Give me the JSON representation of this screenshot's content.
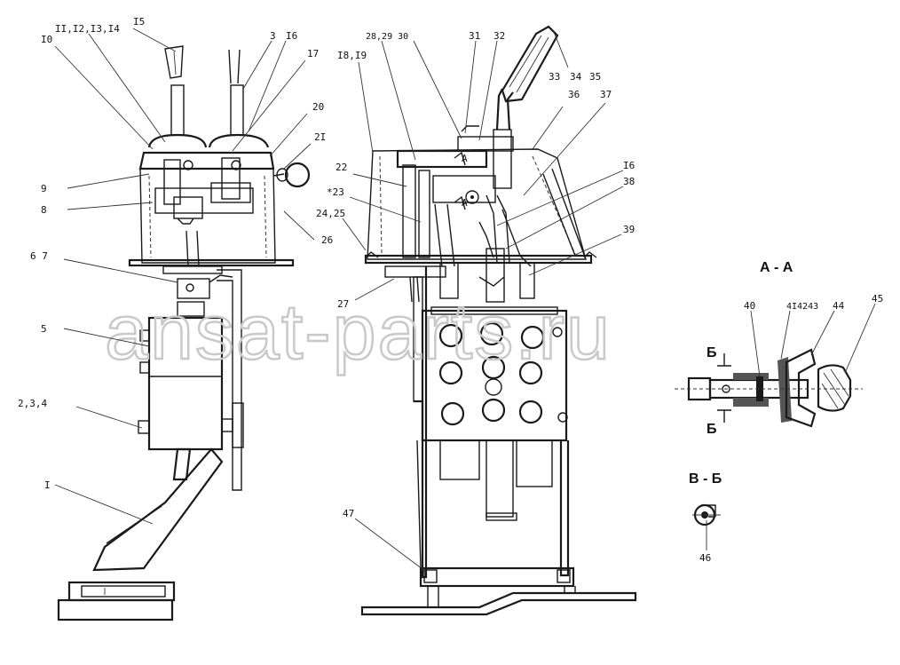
{
  "watermark": "ansat-parts.ru",
  "sections": {
    "aa": "А - А",
    "bb": "В - Б",
    "b_top": "Б",
    "b_bottom": "Б",
    "a_upper": "A",
    "a_lower": "A"
  },
  "callouts": {
    "c10": "I0",
    "c11_14": "II,I2,I3,I4",
    "c15": "I5",
    "c3": "3",
    "c16a": "I6",
    "c17": "17",
    "c20": "20",
    "c21": "2I",
    "c9": "9",
    "c8": "8",
    "c26": "26",
    "c67": "6 7",
    "c5": "5",
    "c234": "2,3,4",
    "c1": "I",
    "c28_30": "28,29 30",
    "c31": "31",
    "c32": "32",
    "c18_19": "I8,I9",
    "c33": "33",
    "c34": "34",
    "c35": "35",
    "c36": "36",
    "c37": "37",
    "c22": "22",
    "c23": "*23",
    "c24_25": "24,25",
    "c16b": "I6",
    "c38": "38",
    "c39": "39",
    "c27": "27",
    "c47": "47",
    "c40": "40",
    "c41_43": "4I4243",
    "c44": "44",
    "c45": "45",
    "c46": "46"
  }
}
